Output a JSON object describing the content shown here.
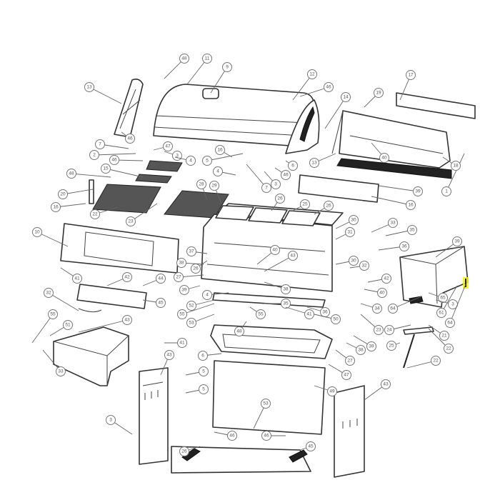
{
  "diagram": {
    "title": "Grill exploded parts diagram",
    "highlight_color": "#f5f200",
    "callouts": [
      "48",
      "11",
      "9",
      "13",
      "12",
      "46",
      "14",
      "17",
      "19",
      "46",
      "7",
      "2",
      "47",
      "3",
      "4",
      "5",
      "15",
      "46",
      "48",
      "20",
      "16",
      "22",
      "23",
      "4",
      "16",
      "7",
      "3",
      "46",
      "6",
      "13",
      "40",
      "39",
      "16",
      "1",
      "18",
      "29",
      "28",
      "26",
      "25",
      "26",
      "30",
      "31",
      "33",
      "35",
      "36",
      "30",
      "32",
      "39",
      "65",
      "3",
      "61",
      "64",
      "64",
      "40",
      "42",
      "34",
      "23",
      "39",
      "38",
      "27",
      "24",
      "21",
      "22",
      "25",
      "22",
      "47",
      "10",
      "41",
      "42",
      "44",
      "45",
      "32",
      "55",
      "51",
      "33",
      "43",
      "43",
      "43",
      "26",
      "27",
      "40",
      "43",
      "38",
      "37",
      "38",
      "39",
      "52",
      "53",
      "55",
      "4",
      "35",
      "41",
      "55",
      "36",
      "50",
      "48",
      "6",
      "5",
      "5",
      "49",
      "53",
      "3",
      "46",
      "46",
      "45",
      "26",
      "41"
    ]
  }
}
